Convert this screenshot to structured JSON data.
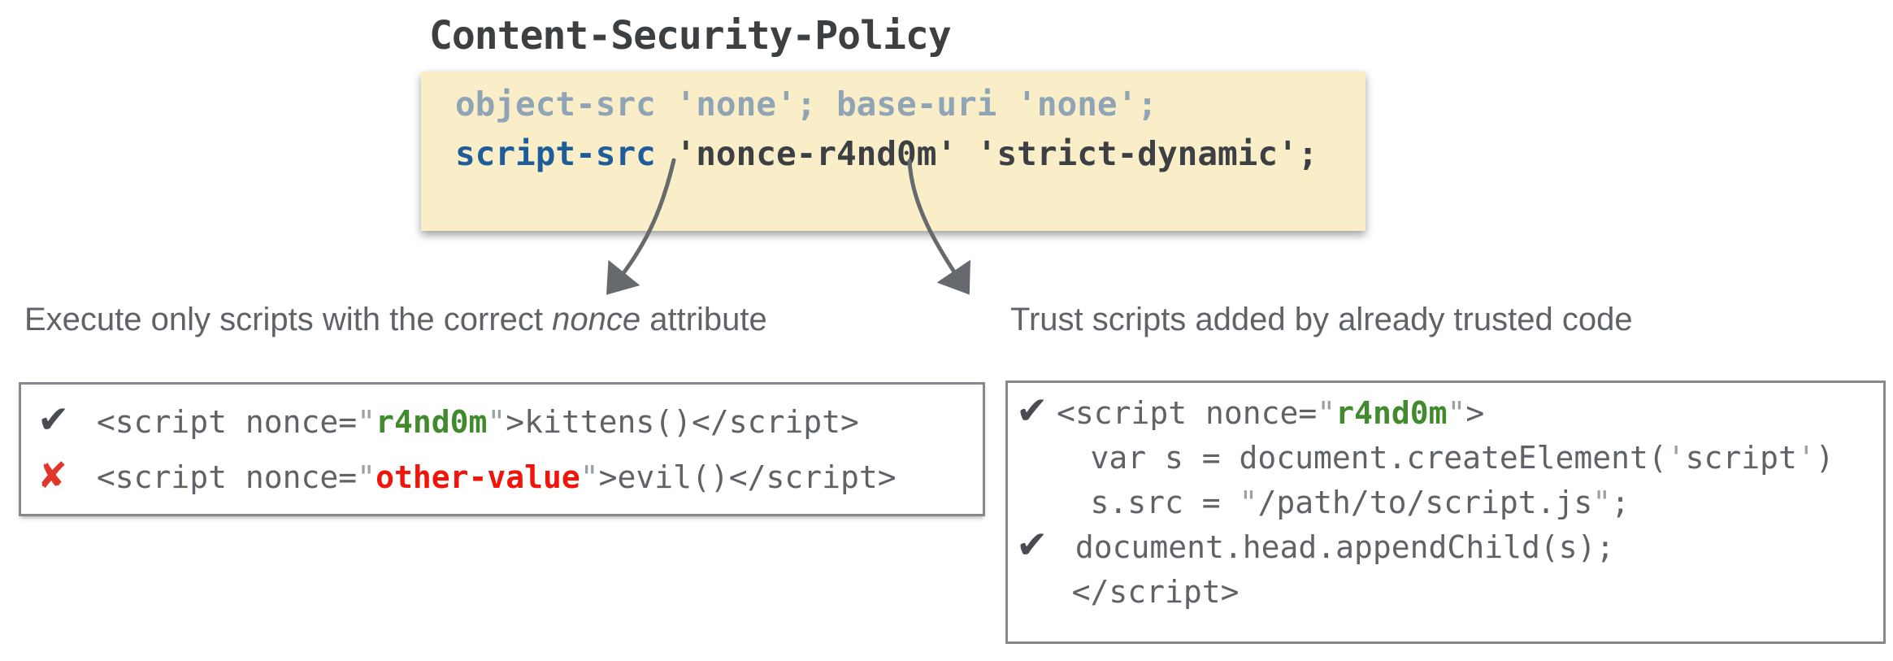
{
  "title": "Content-Security-Policy",
  "colors": {
    "policy_bg": "#faeec9",
    "muted": "#8fa4b5",
    "directive_blue": "#1d5d9a",
    "dark": "#3c4043",
    "code_gray": "#5f6368",
    "quote_gray": "#9aa0a6",
    "green": "#418a2e",
    "red": "#f0140a",
    "check_dark": "#494d52",
    "cross_red": "#e3362b",
    "arrow_gray": "#66696d",
    "border_gray": "#85898d",
    "annotation_gray": "#5f6368"
  },
  "policy_box": {
    "lines": [
      [
        {
          "k": "muted",
          "t": "object-src 'none'; base-uri 'none';"
        }
      ],
      [
        {
          "k": "blue",
          "t": "script-src"
        },
        {
          "k": "dark",
          "t": " 'nonce-r4nd0m' 'strict-dynamic';"
        }
      ]
    ]
  },
  "annotations": {
    "left": [
      {
        "k": "plain",
        "t": "Execute only scripts with the correct "
      },
      {
        "k": "italic",
        "t": "nonce"
      },
      {
        "k": "plain",
        "t": " attribute"
      }
    ],
    "right": [
      {
        "k": "plain",
        "t": "Trust scripts added by already trusted code"
      }
    ]
  },
  "example_left": {
    "lines": [
      [
        {
          "k": "check",
          "t": "✔"
        },
        {
          "k": "code",
          "t": " <script nonce="
        },
        {
          "k": "q",
          "t": "\""
        },
        {
          "k": "green",
          "t": "r4nd0m"
        },
        {
          "k": "q",
          "t": "\""
        },
        {
          "k": "code",
          "t": ">kittens()</script>"
        }
      ],
      [
        {
          "k": "cross",
          "t": "✘"
        },
        {
          "k": "code",
          "t": " <script nonce="
        },
        {
          "k": "q",
          "t": "\""
        },
        {
          "k": "red",
          "t": "other-value"
        },
        {
          "k": "q",
          "t": "\""
        },
        {
          "k": "code",
          "t": ">evil()</script>"
        }
      ]
    ]
  },
  "example_right": {
    "lines": [
      [
        {
          "k": "check",
          "t": "✔"
        },
        {
          "k": "code",
          "t": "<script nonce="
        },
        {
          "k": "q",
          "t": "\""
        },
        {
          "k": "green",
          "t": "r4nd0m"
        },
        {
          "k": "q",
          "t": "\""
        },
        {
          "k": "code",
          "t": ">"
        }
      ],
      [
        {
          "k": "code",
          "t": "    var s = document.createElement("
        },
        {
          "k": "q",
          "t": "'"
        },
        {
          "k": "code",
          "t": "script"
        },
        {
          "k": "q",
          "t": "'"
        },
        {
          "k": "code",
          "t": ")"
        }
      ],
      [
        {
          "k": "code",
          "t": "    s.src = "
        },
        {
          "k": "q",
          "t": "\""
        },
        {
          "k": "code",
          "t": "/path/to/script.js"
        },
        {
          "k": "q",
          "t": "\""
        },
        {
          "k": "code",
          "t": ";"
        }
      ],
      [
        {
          "k": "check",
          "t": "✔"
        },
        {
          "k": "code",
          "t": " document.head.appendChild(s);"
        }
      ],
      [
        {
          "k": "code",
          "t": "   </script>"
        }
      ]
    ]
  }
}
